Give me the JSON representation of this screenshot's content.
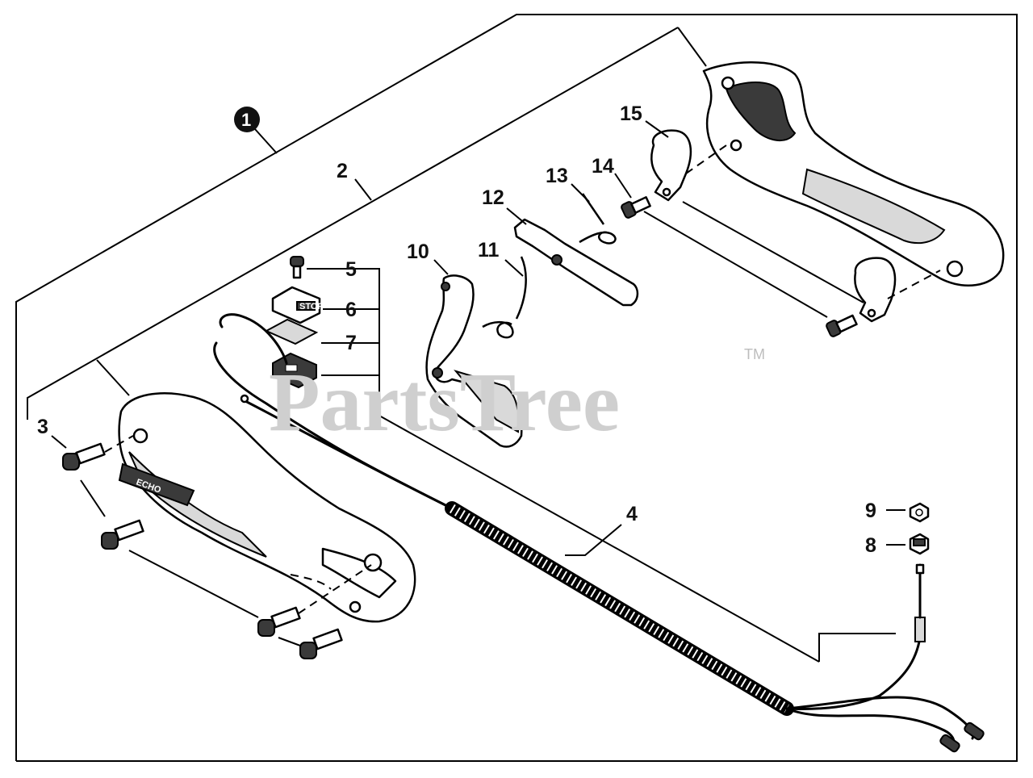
{
  "watermark": {
    "text": "PartsTree",
    "tm": "TM"
  },
  "callouts": {
    "c1": "1",
    "c2": "2",
    "c3": "3",
    "c4": "4",
    "c5": "5",
    "c6": "6",
    "c7": "7",
    "c8": "8",
    "c9": "9",
    "c10": "10",
    "c11": "11",
    "c12": "12",
    "c13": "13",
    "c14": "14",
    "c15": "15"
  },
  "part_markings": {
    "brand": "ECHO",
    "stop_label": "STOP"
  },
  "colors": {
    "ink": "#000000",
    "watermark": "#cfcfcf",
    "background": "#ffffff"
  }
}
